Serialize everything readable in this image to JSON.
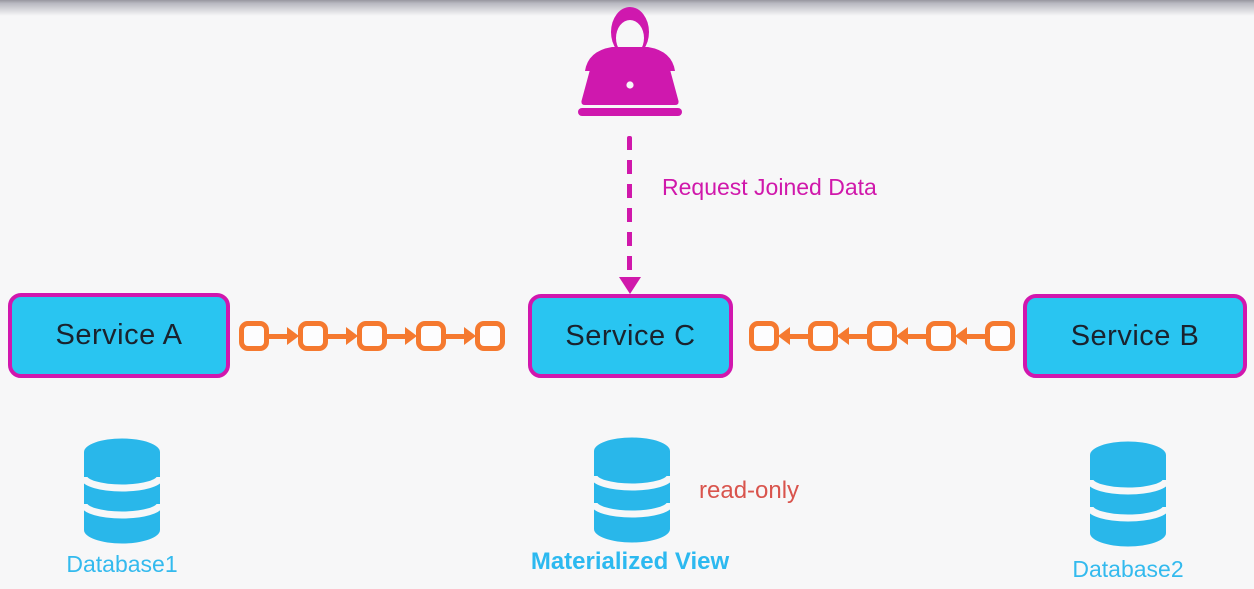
{
  "colors": {
    "magenta": "#cf18ae",
    "cyan_fill": "#29c5f1",
    "cyan_icon": "#29b7ea",
    "orange": "#f5792f",
    "red": "#d9544d",
    "background": "#f7f7f8"
  },
  "user": {
    "icon": "person-at-laptop-icon",
    "color": "#cf18ae"
  },
  "request": {
    "label": "Request Joined Data",
    "arrow_style": "dashed-vertical-down",
    "color": "#d018ab"
  },
  "services": [
    {
      "id": "service-a",
      "label": "Service A"
    },
    {
      "id": "service-c",
      "label": "Service C"
    },
    {
      "id": "service-b",
      "label": "Service B"
    }
  ],
  "event_chains": [
    {
      "from": "Service A",
      "to": "Service C",
      "squares": 5,
      "direction": "right"
    },
    {
      "from": "Service B",
      "to": "Service C",
      "squares": 5,
      "direction": "left"
    }
  ],
  "databases": [
    {
      "id": "database1",
      "label": "Database1"
    },
    {
      "id": "materialized-view",
      "label": "Materialized View",
      "annotation": "read-only"
    },
    {
      "id": "database2",
      "label": "Database2"
    }
  ]
}
